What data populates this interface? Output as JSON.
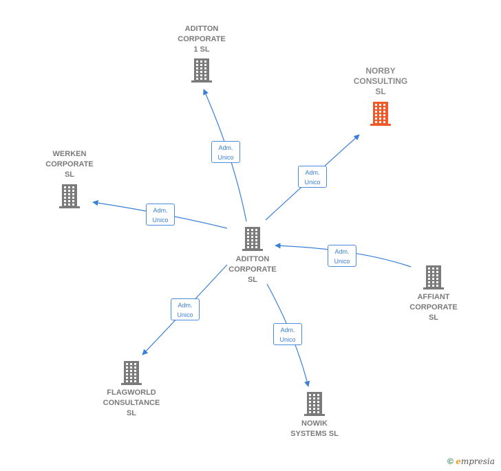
{
  "nodes": [
    {
      "id": "center",
      "label": "ADITTON\nCORPORATE\nSL",
      "color": "#7a7a7a"
    },
    {
      "id": "aditton1",
      "label": "ADITTON\nCORPORATE\n1  SL",
      "color": "#7a7a7a"
    },
    {
      "id": "norby",
      "label": "NORBY\nCONSULTING\nSL",
      "color": "#f05a28"
    },
    {
      "id": "werken",
      "label": "WERKEN\nCORPORATE\nSL",
      "color": "#7a7a7a"
    },
    {
      "id": "affiant",
      "label": "AFFIANT\nCORPORATE\nSL",
      "color": "#7a7a7a"
    },
    {
      "id": "flagworld",
      "label": "FLAGWORLD\nCONSULTANCE\nSL",
      "color": "#7a7a7a"
    },
    {
      "id": "nowik",
      "label": "NOWIK\nSYSTEMS  SL",
      "color": "#7a7a7a"
    }
  ],
  "edges": [
    {
      "from": "center",
      "to": "aditton1",
      "label": "Adm.\nUnico"
    },
    {
      "from": "center",
      "to": "norby",
      "label": "Adm.\nUnico"
    },
    {
      "from": "center",
      "to": "werken",
      "label": "Adm.\nUnico"
    },
    {
      "from": "affiant",
      "to": "center",
      "label": "Adm.\nUnico"
    },
    {
      "from": "center",
      "to": "flagworld",
      "label": "Adm.\nUnico"
    },
    {
      "from": "center",
      "to": "nowik",
      "label": "Adm.\nUnico"
    }
  ],
  "colors": {
    "edge": "#3a7fd6",
    "node": "#7a7a7a",
    "highlight": "#f05a28"
  },
  "footer": {
    "copyright": "©",
    "brand_e": "e",
    "brand_rest": "mpresia"
  }
}
